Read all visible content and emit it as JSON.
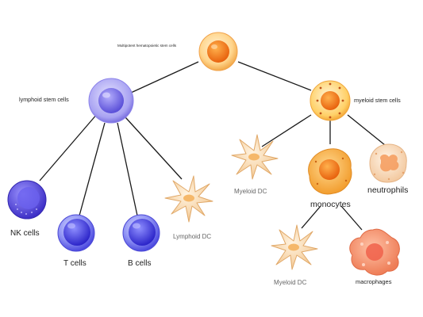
{
  "diagram": {
    "root": {
      "label": "Multipotent hematopoietic stem cells"
    },
    "lymphoid": {
      "label": "lymphoid stem cells",
      "children": {
        "nk": {
          "label": "NK cells"
        },
        "t": {
          "label": "T cells"
        },
        "b": {
          "label": "B cells"
        },
        "ldc": {
          "label": "Lymphoid DC"
        }
      }
    },
    "myeloid": {
      "label": "myeloid stem cells",
      "children": {
        "mdc": {
          "label": "Myeloid DC"
        },
        "mono": {
          "label": "monocytes"
        },
        "neut": {
          "label": "neutrophils"
        }
      }
    },
    "monocyte_children": {
      "mdc2": {
        "label": "Myeloid DC"
      },
      "macro": {
        "label": "macrophages"
      }
    }
  },
  "colors": {
    "orange": "#f07a1e",
    "lymphoid_purple": "#7b70e0",
    "lymph_blue": "#3b36d8",
    "dc_peach": "#f6d4a8",
    "macrophage": "#f28a68"
  }
}
